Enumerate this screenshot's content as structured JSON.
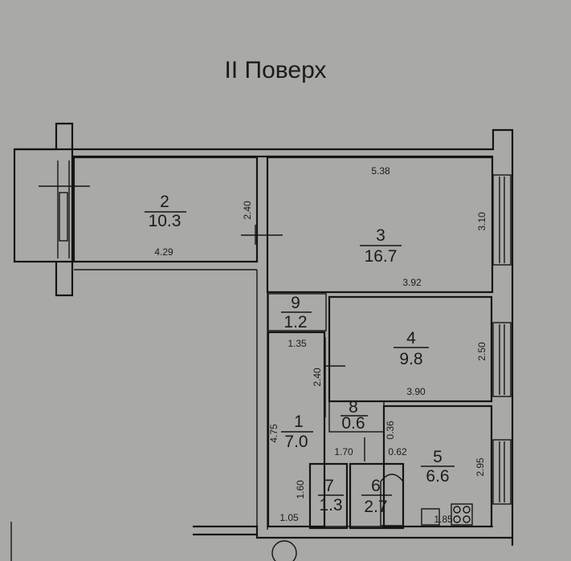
{
  "title": "II Поверх",
  "rooms": [
    {
      "id": "2",
      "number": "2",
      "area": "10.3"
    },
    {
      "id": "3",
      "number": "3",
      "area": "16.7"
    },
    {
      "id": "9",
      "number": "9",
      "area": "1.2"
    },
    {
      "id": "4",
      "number": "4",
      "area": "9.8"
    },
    {
      "id": "8",
      "number": "8",
      "area": "0.6"
    },
    {
      "id": "1",
      "number": "1",
      "area": "7.0"
    },
    {
      "id": "7",
      "number": "7",
      "area": "1.3"
    },
    {
      "id": "6",
      "number": "6",
      "area": "2.7"
    },
    {
      "id": "5",
      "number": "5",
      "area": "6.6"
    }
  ],
  "dimensions": {
    "d538": "5.38",
    "d310": "3.10",
    "d392": "3.92",
    "d240a": "2.40",
    "d429": "4.29",
    "d135": "1.35",
    "d250": "2.50",
    "d240b": "2.40",
    "d390": "3.90",
    "d475": "4.75",
    "d036": "0.36",
    "d170": "1.70",
    "d062": "0.62",
    "d295": "2.95",
    "d160": "1.60",
    "d105": "1.05",
    "d185": "1.85"
  }
}
